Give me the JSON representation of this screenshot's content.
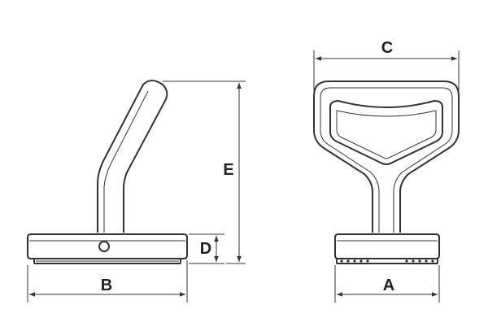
{
  "dimensions": {
    "A": "A",
    "B": "B",
    "C": "C",
    "D": "D",
    "E": "E"
  },
  "colors": {
    "line": "#333333",
    "background": "#ffffff"
  }
}
